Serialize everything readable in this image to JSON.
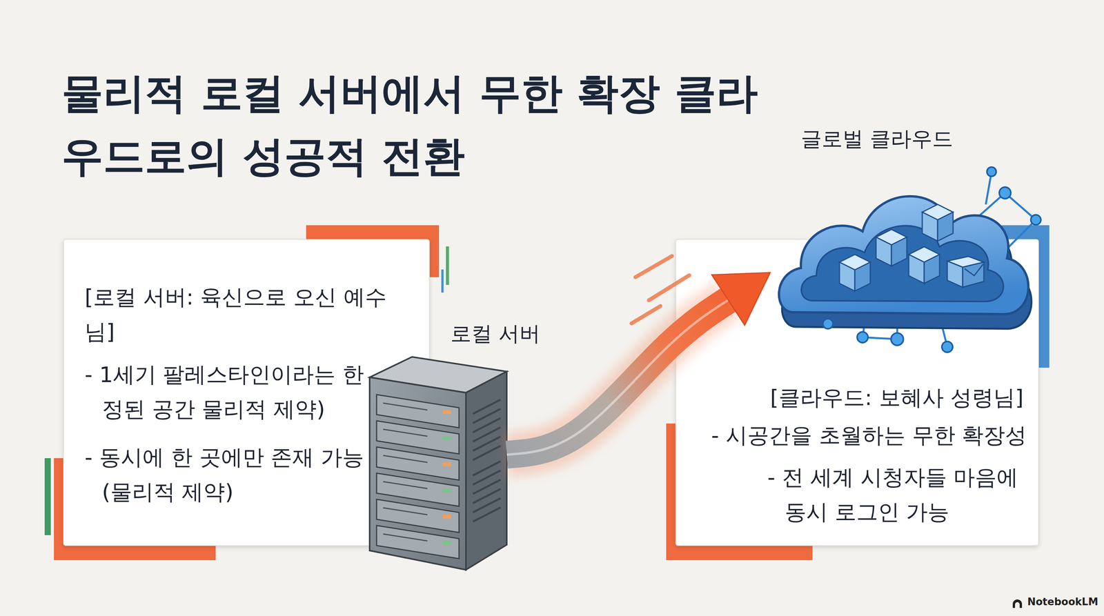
{
  "diagram": {
    "title": "물리적 로컬 서버에서 무한 확장 클라우드로의 성공적 전환",
    "nodes": [
      {
        "text": [
          "[로컬 서버: 육신으로 오신 예수님]",
          "- 1세기 팔레스타인이라는 한정된 공간 물리적 제약)",
          "- 동시에 한 곳에만 존재 가능 (물리적 제약)"
        ]
      },
      {
        "text": [
          "로컬 서버"
        ]
      },
      {
        "text": [
          "글로벌 클라우드"
        ]
      },
      {
        "text": [
          "[클라우드: 보혜사 성령님]",
          "- 시공간을 초월하는 무한 확장성",
          "- 전 세계 시청자들 마음에 동시 로그인 가능"
        ]
      }
    ],
    "edges": [
      {
        "from": 1,
        "to": 2,
        "arrow": "to"
      }
    ],
    "labels": [
      "NotebookLM"
    ]
  }
}
